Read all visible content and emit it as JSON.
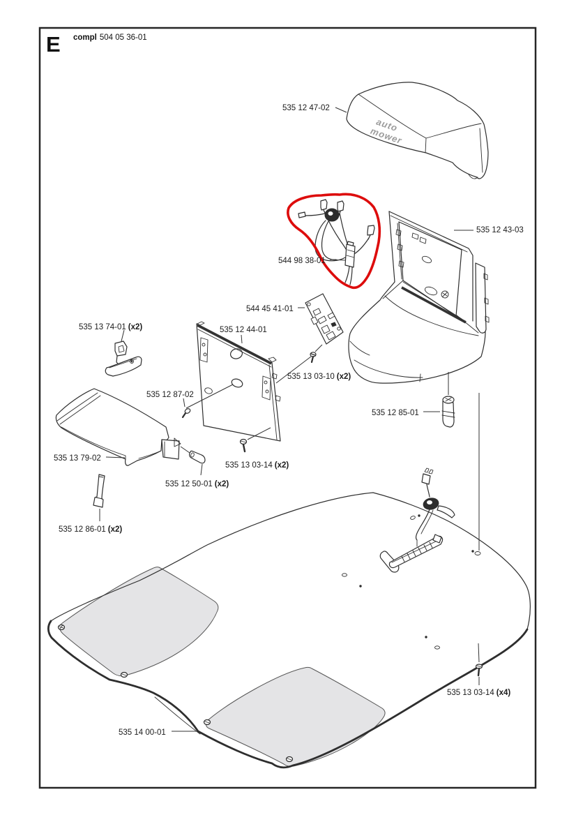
{
  "header": {
    "section_letter": "E",
    "compl_label": "compl",
    "assembly_number": "504 05 36-01"
  },
  "logo": {
    "line1": "auto",
    "line2": "mower"
  },
  "colors": {
    "highlight": "#dd0c0c",
    "line": "#2e2e2e",
    "panel_fill": "#e4e4e6",
    "text": "#1b1b1b"
  },
  "labels": {
    "cover": {
      "num": "535 12 47-02",
      "mult": ""
    },
    "upper_body": {
      "num": "535 12 43-03",
      "mult": ""
    },
    "cable_harness": {
      "num": "544 98 38-01",
      "mult": ""
    },
    "circuit_board": {
      "num": "544 45 41-01",
      "mult": ""
    },
    "latch_bracket": {
      "num": "535 13 74-01",
      "mult": "(x2)"
    },
    "mounting_plate": {
      "num": "535 12 44-01",
      "mult": ""
    },
    "screw_8702": {
      "num": "535 12 87-02",
      "mult": ""
    },
    "screw_0310": {
      "num": "535 13 03-10",
      "mult": "(x2)"
    },
    "bushing": {
      "num": "535 12 85-01",
      "mult": ""
    },
    "hatch_cover": {
      "num": "535 13 79-02",
      "mult": ""
    },
    "screw_0314_2": {
      "num": "535 13 03-14",
      "mult": "(x2)"
    },
    "pin": {
      "num": "535 12 50-01",
      "mult": "(x2)"
    },
    "strip": {
      "num": "535 12 86-01",
      "mult": "(x2)"
    },
    "screw_0314_4": {
      "num": "535 13 03-14",
      "mult": "(x4)"
    },
    "chassis": {
      "num": "535 14 00-01",
      "mult": ""
    }
  }
}
